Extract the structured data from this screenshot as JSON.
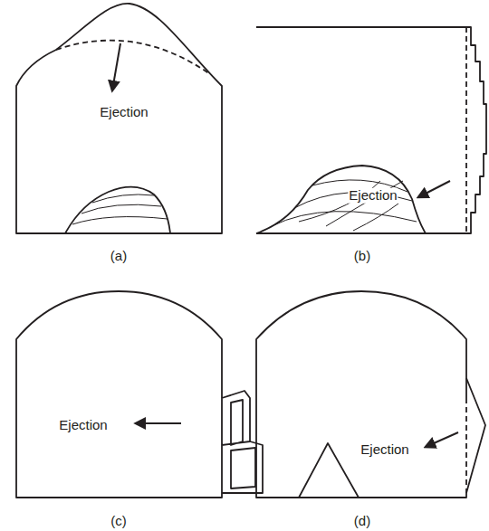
{
  "diagram": {
    "labels": [
      "Ejection",
      "Ejection",
      "(a)",
      "(b)",
      "Ejection",
      "Ejection",
      "(c)",
      "(d)"
    ]
  }
}
